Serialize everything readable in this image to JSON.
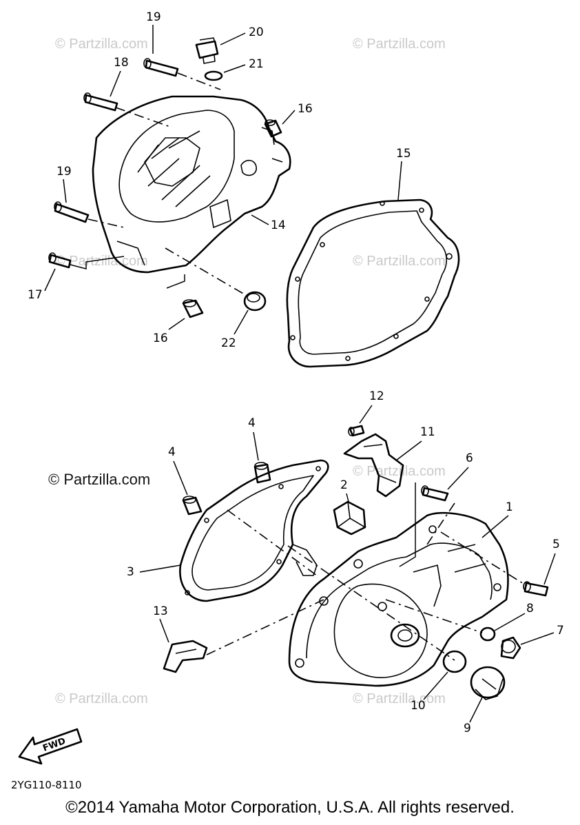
{
  "watermarks": [
    "© Partzilla.com",
    "© Partzilla.com",
    "© Partzilla.com",
    "© Partzilla.com",
    "© Partzilla.com",
    "© Partzilla.com",
    "© Partzilla.com"
  ],
  "watermark_dark": "© Partzilla.com",
  "callouts": [
    "19",
    "20",
    "21",
    "18",
    "16",
    "15",
    "19",
    "14",
    "17",
    "16",
    "22",
    "12",
    "11",
    "4",
    "6",
    "4",
    "2",
    "1",
    "3",
    "5",
    "8",
    "13",
    "7",
    "10",
    "9"
  ],
  "fwd_label": "FWD",
  "diagram_code": "2YG110-8110",
  "copyright": "©2014  Yamaha Motor Corporation, U.S.A. All rights reserved."
}
